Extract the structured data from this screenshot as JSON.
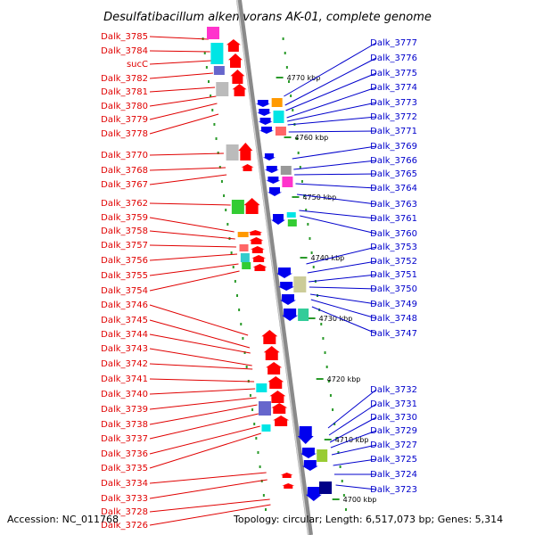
{
  "title": "Desulfatibacillum alkenivorans AK-01, complete genome",
  "footer": {
    "accession": "Accession: NC_011768",
    "summary": "Topology: circular; Length: 6,517,073 bp; Genes: 5,314"
  },
  "colors": {
    "left_label": "#e00000",
    "right_label": "#0000cc",
    "left_gene": "#ff0000",
    "right_gene": "#0000ee",
    "tick": "#2a9a2a",
    "spine": "#999999"
  },
  "kbp_ticks": [
    "4770 kbp",
    "4760 kbp",
    "4750 kbp",
    "4740 kbp",
    "4730 kbp",
    "4720 kbp",
    "4710 kbp",
    "4700 kbp"
  ],
  "left_labels": [
    "Dalk_3785",
    "Dalk_3784",
    "sucC",
    "Dalk_3782",
    "Dalk_3781",
    "Dalk_3780",
    "Dalk_3779",
    "Dalk_3778",
    "Dalk_3770",
    "Dalk_3768",
    "Dalk_3767",
    "Dalk_3762",
    "Dalk_3759",
    "Dalk_3758",
    "Dalk_3757",
    "Dalk_3756",
    "Dalk_3755",
    "Dalk_3754",
    "Dalk_3746",
    "Dalk_3745",
    "Dalk_3744",
    "Dalk_3743",
    "Dalk_3742",
    "Dalk_3741",
    "Dalk_3740",
    "Dalk_3739",
    "Dalk_3738",
    "Dalk_3737",
    "Dalk_3736",
    "Dalk_3735",
    "Dalk_3734",
    "Dalk_3733",
    "Dalk_3728",
    "Dalk_3726"
  ],
  "right_labels": [
    "Dalk_3777",
    "Dalk_3776",
    "Dalk_3775",
    "Dalk_3774",
    "Dalk_3773",
    "Dalk_3772",
    "Dalk_3771",
    "Dalk_3769",
    "Dalk_3766",
    "Dalk_3765",
    "Dalk_3764",
    "Dalk_3763",
    "Dalk_3761",
    "Dalk_3760",
    "Dalk_3753",
    "Dalk_3752",
    "Dalk_3751",
    "Dalk_3750",
    "Dalk_3749",
    "Dalk_3748",
    "Dalk_3747",
    "Dalk_3732",
    "Dalk_3731",
    "Dalk_3730",
    "Dalk_3729",
    "Dalk_3727",
    "Dalk_3725",
    "Dalk_3724",
    "Dalk_3723"
  ]
}
